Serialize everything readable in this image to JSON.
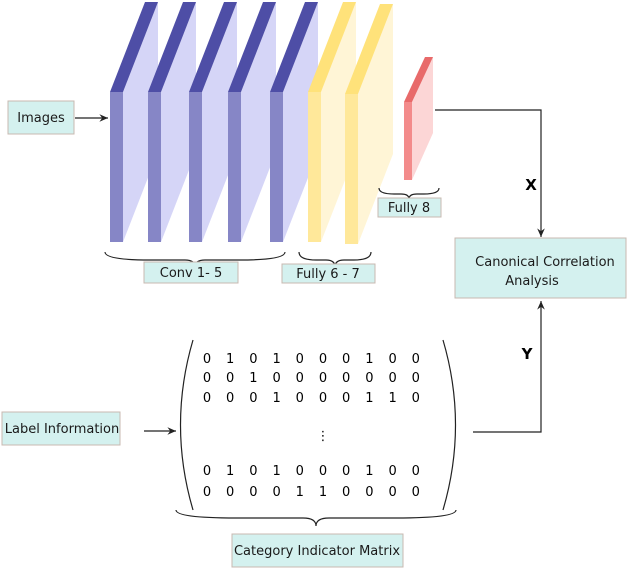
{
  "labels": {
    "images": "Images",
    "conv": "Conv 1- 5",
    "fully67": "Fully 6 - 7",
    "fully8": "Fully 8",
    "cca_line1": "Canonical Correlation",
    "cca_line2": "Analysis",
    "label_info": "Label Information",
    "category_matrix": "Category Indicator Matrix",
    "x": "X",
    "y": "Y"
  },
  "matrix": {
    "rows": [
      [
        "0",
        "1",
        "0",
        "1",
        "0",
        "0",
        "0",
        "1",
        "0",
        "0"
      ],
      [
        "0",
        "0",
        "1",
        "0",
        "0",
        "0",
        "0",
        "0",
        "0",
        "0"
      ],
      [
        "0",
        "0",
        "0",
        "1",
        "0",
        "0",
        "0",
        "1",
        "1",
        "0"
      ],
      [
        "0",
        "1",
        "0",
        "1",
        "0",
        "0",
        "0",
        "1",
        "0",
        "0"
      ],
      [
        "0",
        "0",
        "0",
        "0",
        "1",
        "1",
        "0",
        "0",
        "0",
        "0"
      ]
    ],
    "ellipsis": "⋮"
  },
  "colors": {
    "conv_front": "#8686c6",
    "conv_side": "#d5d5f7",
    "conv_top": "#4e4ea6",
    "fc_front": "#ffe89a",
    "fc_side": "#fff5d6",
    "fc_top": "#ffe27a",
    "f8_front": "#f38b8b",
    "f8_side": "#fcd6d6",
    "f8_top": "#e86a6a",
    "box_fill": "#d4f1ef",
    "box_stroke": "#c8b9b0"
  }
}
